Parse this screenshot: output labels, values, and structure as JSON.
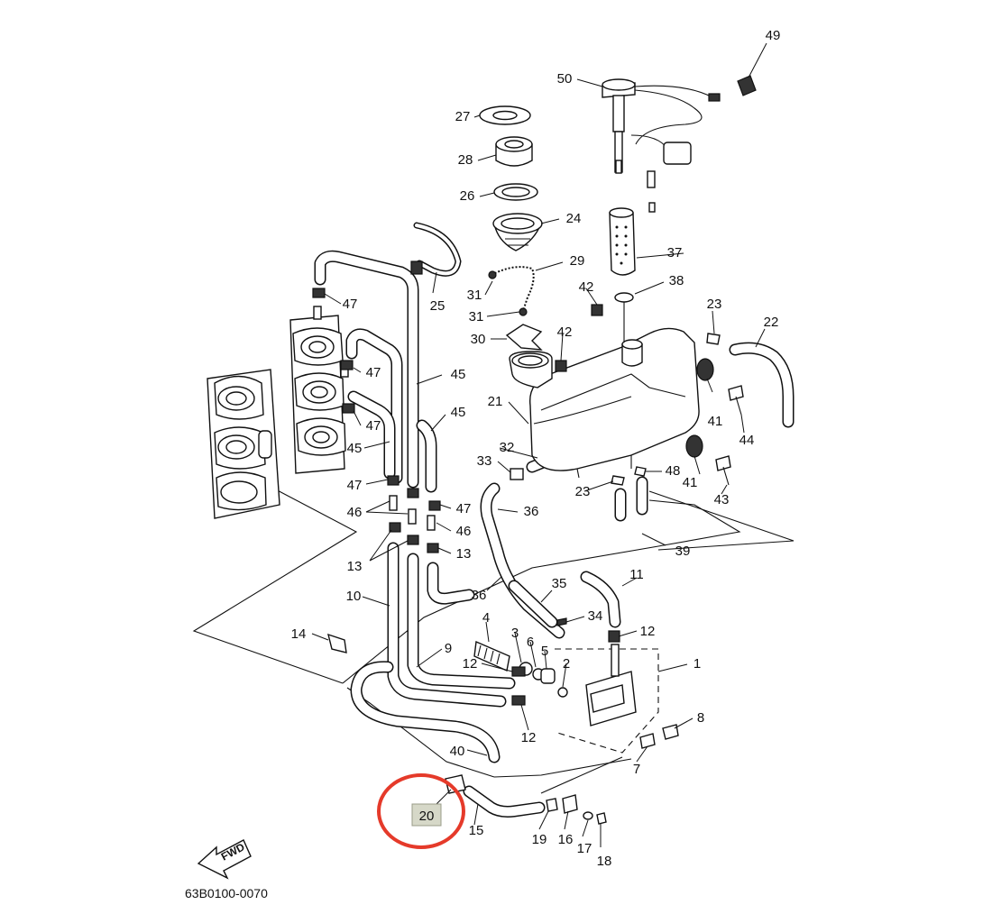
{
  "diagram": {
    "drawing_code": "63B0100-0070",
    "fwd_label": "FWD",
    "highlighted_callout": "20",
    "highlight_color": "#e53a2a",
    "callouts": [
      "1",
      "2",
      "3",
      "4",
      "5",
      "6",
      "7",
      "8",
      "9",
      "10",
      "11",
      "12",
      "13",
      "14",
      "15",
      "16",
      "17",
      "18",
      "19",
      "20",
      "21",
      "22",
      "23",
      "24",
      "25",
      "26",
      "27",
      "28",
      "29",
      "30",
      "31",
      "32",
      "33",
      "34",
      "35",
      "36",
      "37",
      "38",
      "39",
      "40",
      "41",
      "42",
      "43",
      "44",
      "45",
      "46",
      "47",
      "48",
      "49",
      "50"
    ]
  }
}
